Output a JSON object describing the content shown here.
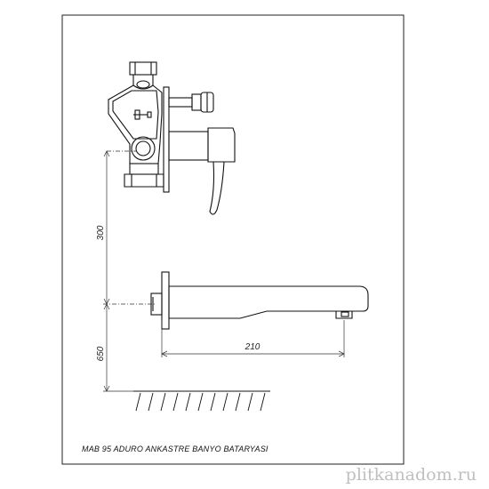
{
  "drawing": {
    "title": "MAB 95 ADURO ANKASTRE BANYO BATARYASI",
    "dimensions": {
      "height_upper": "300",
      "height_lower": "650",
      "spout_length": "210"
    }
  },
  "watermark": "plitkanadom.ru",
  "colors": {
    "line": "#111111",
    "frame": "#222222",
    "dim": "#333333"
  }
}
